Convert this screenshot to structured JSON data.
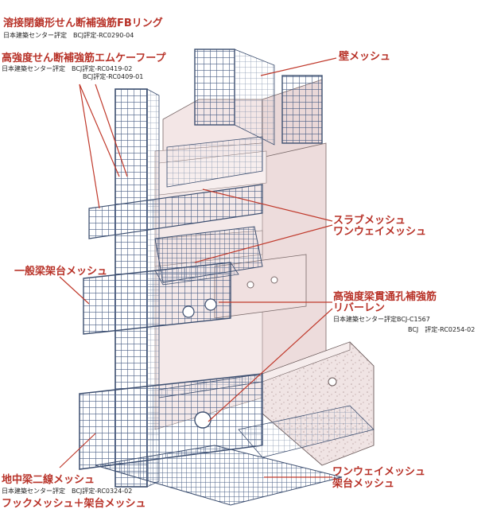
{
  "labels": {
    "fb_ring": {
      "title": "溶接閉鎖形せん断補強筋FBリング",
      "cert": "日本建築センター評定　BCJ評定-RC0290-04"
    },
    "em_hoop": {
      "title": "高強度せん断補強筋エムケーフープ",
      "cert1": "日本建築センター評定　BCJ評定-RC0419-02",
      "cert2": "BCJ評定-RC0409-01"
    },
    "wall_mesh": {
      "title": "壁メッシュ"
    },
    "slab_mesh": {
      "line1": "スラブメッシュ",
      "line2": "ワンウェイメッシュ"
    },
    "beam_cage": {
      "title": "一般梁架台メッシュ"
    },
    "rebaren": {
      "line1": "高強度梁貫通孔補強筋",
      "line2": "リバーレン",
      "cert1": "日本建築センター評定BCJ-C1567",
      "cert2": "BCJ　評定-RC0254-02"
    },
    "foundation_beam": {
      "title": "地中梁二線メッシュ",
      "cert": "日本建築センター評定　BCJ評定-RC0324-02"
    },
    "oneway_cage": {
      "line1": "ワンウェイメッシュ",
      "line2": "架台メッシュ"
    },
    "hook_mesh": {
      "title": "フックメッシュ＋架台メッシュ"
    }
  },
  "colors": {
    "label_red": "#b83228",
    "leader_red": "#c0392b",
    "rebar_blue": "#4a5f85",
    "concrete": "#f1e2e2"
  }
}
